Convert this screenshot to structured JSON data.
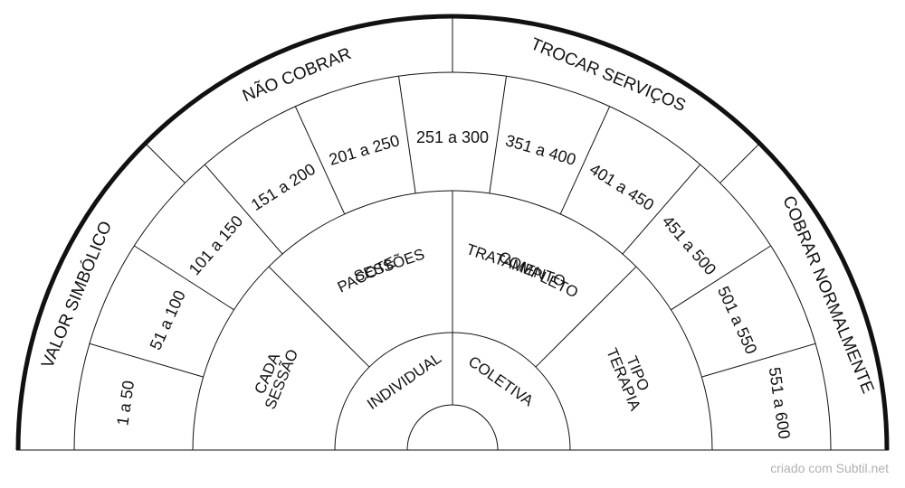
{
  "diagram": {
    "outer_labels": [
      "VALOR SIMBÓLICO",
      "NÃO COBRAR",
      "TROCAR SERVIÇOS",
      "COBRAR NORMALMENTE"
    ],
    "range_labels": [
      "1 a 50",
      "51 a 100",
      "101 a 150",
      "151 a 200",
      "201 a 250",
      "251 a 300",
      "351 a 400",
      "401 a 450",
      "451 a 500",
      "501 a 550",
      "551 a 600"
    ],
    "package_labels": [
      [
        "CADA",
        "SESSÃO"
      ],
      [
        "PACOTE",
        "SESSÕES"
      ],
      [
        "TRATAMENTO",
        "COMPLETO"
      ],
      [
        "TIPO",
        "TERAPIA"
      ]
    ],
    "inner_labels": [
      "INDIVIDUAL",
      "COLETIVA"
    ]
  },
  "watermark": "criado com Subtil.net"
}
